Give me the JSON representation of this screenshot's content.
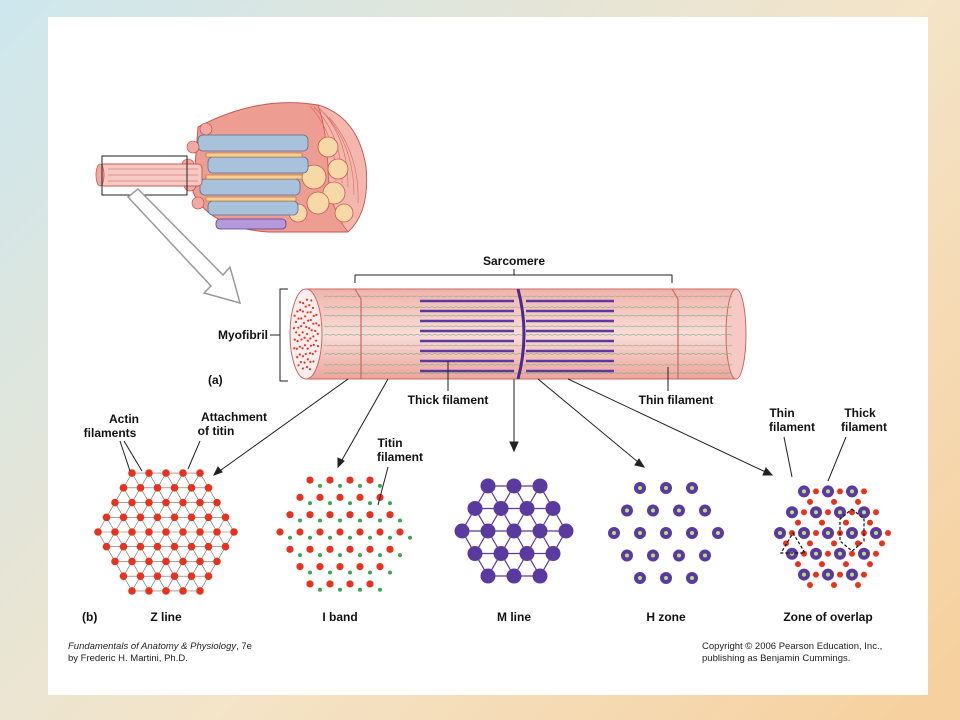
{
  "labels": {
    "sarcomere": "Sarcomere",
    "myofibril": "Myofibril",
    "part_a": "(a)",
    "part_b": "(b)",
    "thick_filament": "Thick filament",
    "thin_filament": "Thin filament",
    "actin_filaments_1": "Actin",
    "actin_filaments_2": "filaments",
    "attachment_1": "Attachment",
    "attachment_2": "of titin",
    "titin_1": "Titin",
    "titin_2": "filament",
    "thin_small_1": "Thin",
    "thin_small_2": "filament",
    "thick_small_1": "Thick",
    "thick_small_2": "filament"
  },
  "sections": [
    "Z line",
    "I band",
    "M line",
    "H zone",
    "Zone of overlap"
  ],
  "credits": {
    "left_title": "Fundamentals of Anatomy & Physiology",
    "left_edition": ", 7e",
    "left_author": "by Frederic H. Martini, Ph.D.",
    "right_line1": "Copyright © 2006 Pearson Education, Inc.,",
    "right_line2": "publishing as Benjamin Cummings."
  },
  "colors": {
    "actin": "#e8321e",
    "myosin": "#5b3aa0",
    "titin": "#3aa655",
    "myofibril_fill": "#f6c9c4",
    "muscle": "#e88a80"
  }
}
